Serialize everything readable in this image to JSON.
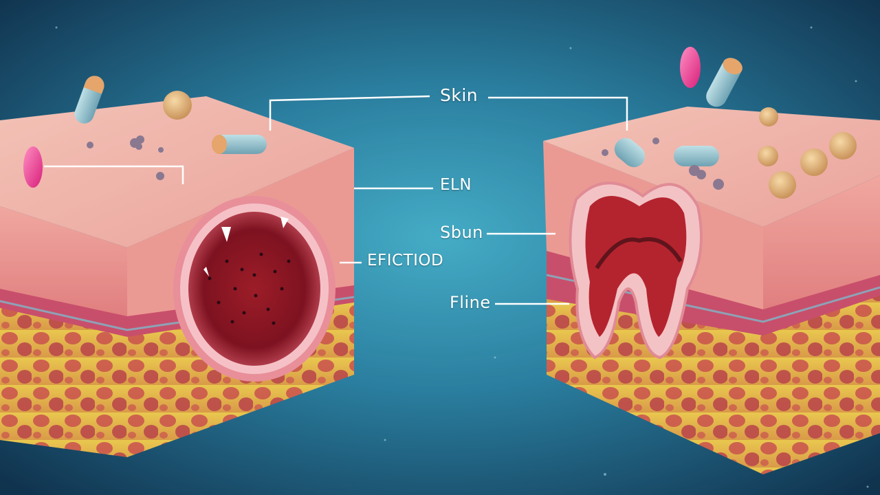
{
  "labels": {
    "skin": "Skin",
    "eln": "ELN",
    "sbun": "Sbun",
    "efection": "EFICTIOD",
    "fline": "Fline"
  },
  "colors": {
    "background_center": "#3fa6c2",
    "background_edge": "#123a55",
    "skin_surface": "#f0b4a8",
    "skin_side": "#e9928c",
    "dermis_band": "#c94d6a",
    "fat_layer": "#e8c64e",
    "fat_cells": "#c8504f",
    "wound_inner": "#8e1622",
    "leader_line": "#ffffff"
  },
  "icons": [
    "capsule-icon",
    "pill-icon",
    "round-tablet-icon",
    "particle-cluster-icon"
  ]
}
